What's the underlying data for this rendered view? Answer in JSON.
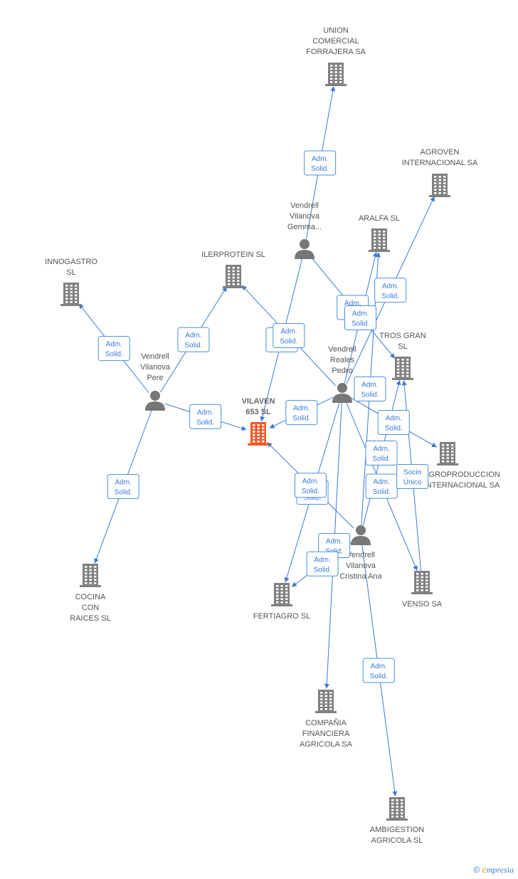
{
  "colors": {
    "edge": "#3a7bd5",
    "company": "#808080",
    "focus": "#f05a28",
    "person": "#777777",
    "label": "#555555"
  },
  "nodes": [
    {
      "id": "union",
      "type": "company",
      "label": [
        "UNION",
        "COMERCIAL",
        "FORRAJERA SA"
      ]
    },
    {
      "id": "agroven",
      "type": "company",
      "label": [
        "AGROVEN",
        "INTERNACIONAL SA"
      ]
    },
    {
      "id": "gemma",
      "type": "person",
      "label": [
        "Vendrell",
        "Vilanova",
        "Gemma..."
      ]
    },
    {
      "id": "aralfa",
      "type": "company",
      "label": [
        "ARALFA SL"
      ]
    },
    {
      "id": "ilerprotein",
      "type": "company",
      "label": [
        "ILERPROTEIN SL"
      ]
    },
    {
      "id": "innogastro",
      "type": "company",
      "label": [
        "INNOGASTRO",
        "SL"
      ]
    },
    {
      "id": "pere",
      "type": "person",
      "label": [
        "Vendrell",
        "Vilanova",
        "Pere"
      ]
    },
    {
      "id": "trosgran",
      "type": "company",
      "label": [
        "TROS GRAN",
        "SL"
      ]
    },
    {
      "id": "pedro",
      "type": "person",
      "label": [
        "Vendrell",
        "Reales",
        "Pedro"
      ]
    },
    {
      "id": "vilaven",
      "type": "focus",
      "label": [
        "VILAVEN",
        "653 SL"
      ]
    },
    {
      "id": "agroproduccion",
      "type": "company",
      "label": [
        "AGROPRODUCCION",
        "INTERNACIONAL SA"
      ]
    },
    {
      "id": "cristina",
      "type": "person",
      "label": [
        "Vendrell",
        "Vilanova",
        "Cristina Ana"
      ]
    },
    {
      "id": "cocina",
      "type": "company",
      "label": [
        "COCINA",
        "CON",
        "RAICES SL"
      ]
    },
    {
      "id": "fertiagro",
      "type": "company",
      "label": [
        "FERTIAGRO SL"
      ]
    },
    {
      "id": "venso",
      "type": "company",
      "label": [
        "VENSO SA"
      ]
    },
    {
      "id": "compania",
      "type": "company",
      "label": [
        "COMPAÑIA",
        "FINANCIERA",
        "AGRICOLA SA"
      ]
    },
    {
      "id": "ambigestion",
      "type": "company",
      "label": [
        "AMBIGESTION",
        "AGRICOLA SL"
      ]
    }
  ],
  "relation_labels": {
    "adm": [
      "Adm.",
      "Solid."
    ],
    "socio": [
      "Socio",
      "Único"
    ]
  },
  "edges": [
    {
      "from": "gemma",
      "to": "union",
      "rel": "adm"
    },
    {
      "from": "gemma",
      "to": "vilaven",
      "rel": "adm"
    },
    {
      "from": "gemma",
      "to": "trosgran",
      "rel": "adm"
    },
    {
      "from": "pere",
      "to": "innogastro",
      "rel": "adm"
    },
    {
      "from": "pere",
      "to": "ilerprotein",
      "rel": "adm"
    },
    {
      "from": "pere",
      "to": "vilaven",
      "rel": "adm"
    },
    {
      "from": "pere",
      "to": "cocina",
      "rel": "adm"
    },
    {
      "from": "pedro",
      "to": "ilerprotein",
      "rel": "adm"
    },
    {
      "from": "pedro",
      "to": "agroven",
      "rel": "adm"
    },
    {
      "from": "pedro",
      "to": "aralfa",
      "rel": "adm"
    },
    {
      "from": "pedro",
      "to": "vilaven",
      "rel": "adm"
    },
    {
      "from": "pedro",
      "to": "agroproduccion",
      "rel": "adm"
    },
    {
      "from": "pedro",
      "to": "fertiagro",
      "rel": "adm"
    },
    {
      "from": "pedro",
      "to": "compania",
      "rel": "adm"
    },
    {
      "from": "pedro",
      "to": "venso",
      "rel": "adm"
    },
    {
      "from": "cristina",
      "to": "vilaven",
      "rel": "adm"
    },
    {
      "from": "cristina",
      "to": "aralfa",
      "rel": "adm"
    },
    {
      "from": "cristina",
      "to": "trosgran",
      "rel": "adm"
    },
    {
      "from": "cristina",
      "to": "fertiagro",
      "rel": "adm"
    },
    {
      "from": "cristina",
      "to": "ambigestion",
      "rel": "adm"
    },
    {
      "from": "venso",
      "to": "trosgran",
      "rel": "socio"
    }
  ],
  "watermark": {
    "copyright": "©",
    "brand_first": "e",
    "brand_rest": "mpresia"
  }
}
